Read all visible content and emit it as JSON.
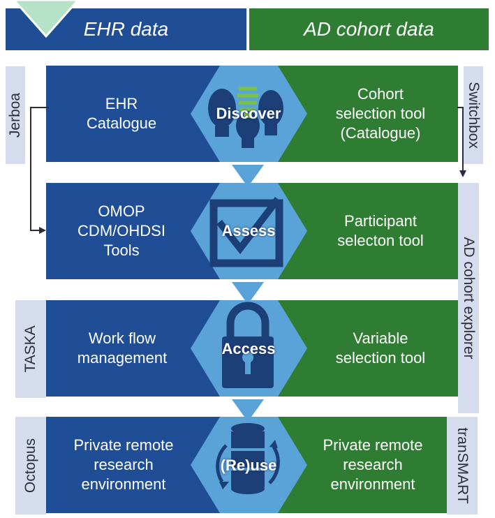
{
  "header": {
    "ehr_label": "EHR data",
    "ad_label": "AD cohort data"
  },
  "side_labels": {
    "jerboa": "Jerboa",
    "switchbox": "Switchbox",
    "ad_cohort_explorer": "AD cohort explorer",
    "taska": "TASKA",
    "octopus": "Octopus",
    "transmart": "tranSMART"
  },
  "rows": [
    {
      "stage": "Discover",
      "left": "EHR\nCatalogue",
      "right": "Cohort\nselection tool\n(Catalogue)",
      "icon": "lightbulbs-icon"
    },
    {
      "stage": "Assess",
      "left": "OMOP\nCDM/OHDSI\nTools",
      "right": "Participant\nselecton tool",
      "icon": "checkbox-icon"
    },
    {
      "stage": "Access",
      "left": "Work flow\nmanagement",
      "right": "Variable\nselection tool",
      "icon": "padlock-icon"
    },
    {
      "stage": "(Re)use",
      "left": "Private remote\nresearch\nenvironment",
      "right": "Private remote\nresearch\nenvironment",
      "icon": "database-cycle-icon"
    }
  ],
  "colors": {
    "ehr": "#1f4e96",
    "ad": "#2e7d32",
    "hex": "#5aa3d9",
    "side": "#d5dcee"
  }
}
